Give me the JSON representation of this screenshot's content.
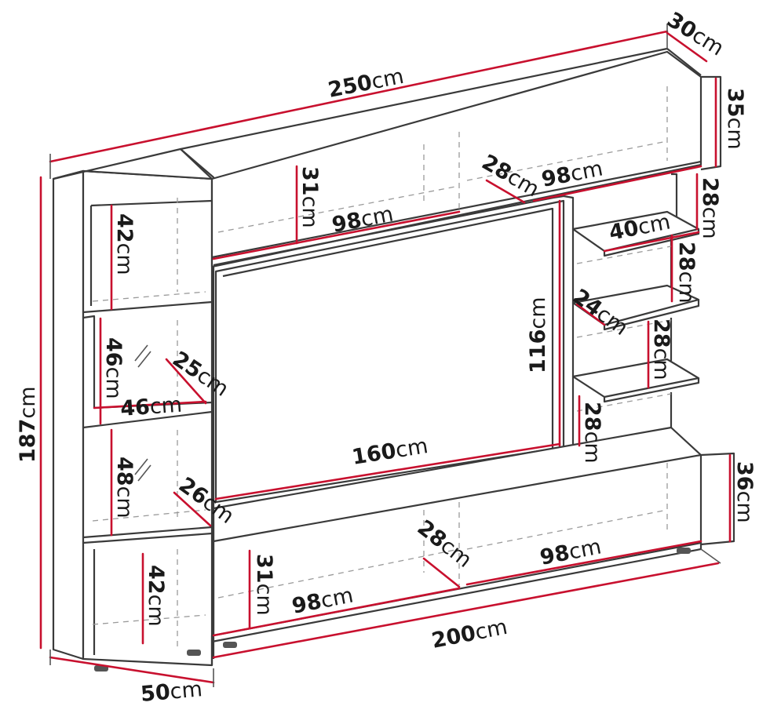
{
  "diagram": {
    "dimensions": [
      {
        "id": "overall-width",
        "value": "250",
        "unit": "cm"
      },
      {
        "id": "depth-top",
        "value": "30",
        "unit": "cm"
      },
      {
        "id": "top-right-height",
        "value": "35",
        "unit": "cm"
      },
      {
        "id": "overall-height",
        "value": "187",
        "unit": "cm"
      },
      {
        "id": "top-left-compartment-height",
        "value": "31",
        "unit": "cm"
      },
      {
        "id": "top-left-compartment-width",
        "value": "98",
        "unit": "cm"
      },
      {
        "id": "top-depth",
        "value": "28",
        "unit": "cm"
      },
      {
        "id": "top-right-compartment-width",
        "value": "98",
        "unit": "cm"
      },
      {
        "id": "left-top-shelf-height",
        "value": "42",
        "unit": "cm"
      },
      {
        "id": "left-middle-shelf-height",
        "value": "46",
        "unit": "cm"
      },
      {
        "id": "left-shelf-depth",
        "value": "25",
        "unit": "cm"
      },
      {
        "id": "left-shelf-width",
        "value": "46",
        "unit": "cm"
      },
      {
        "id": "left-lower-shelf-height",
        "value": "48",
        "unit": "cm"
      },
      {
        "id": "left-lower-depth",
        "value": "26",
        "unit": "cm"
      },
      {
        "id": "left-bottom-height",
        "value": "42",
        "unit": "cm"
      },
      {
        "id": "tv-opening-height",
        "value": "116",
        "unit": "cm"
      },
      {
        "id": "tv-opening-width",
        "value": "160",
        "unit": "cm"
      },
      {
        "id": "right-shelf-width",
        "value": "40",
        "unit": "cm"
      },
      {
        "id": "right-shelf-gap-1",
        "value": "28",
        "unit": "cm"
      },
      {
        "id": "right-shelf-gap-2",
        "value": "28",
        "unit": "cm"
      },
      {
        "id": "right-shelf-depth",
        "value": "24",
        "unit": "cm"
      },
      {
        "id": "right-shelf-gap-3",
        "value": "28",
        "unit": "cm"
      },
      {
        "id": "right-shelf-gap-4",
        "value": "28",
        "unit": "cm"
      },
      {
        "id": "bottom-right-height",
        "value": "36",
        "unit": "cm"
      },
      {
        "id": "bottom-compartment-height",
        "value": "31",
        "unit": "cm"
      },
      {
        "id": "bottom-left-compartment-width",
        "value": "98",
        "unit": "cm"
      },
      {
        "id": "bottom-depth",
        "value": "28",
        "unit": "cm"
      },
      {
        "id": "bottom-right-compartment-width",
        "value": "98",
        "unit": "cm"
      },
      {
        "id": "bottom-width",
        "value": "200",
        "unit": "cm"
      },
      {
        "id": "left-column-width",
        "value": "50",
        "unit": "cm"
      }
    ]
  },
  "colors": {
    "dimension_line": "#c8102e",
    "outline": "#3a3a3a",
    "hidden_line": "#9a9a9a"
  }
}
